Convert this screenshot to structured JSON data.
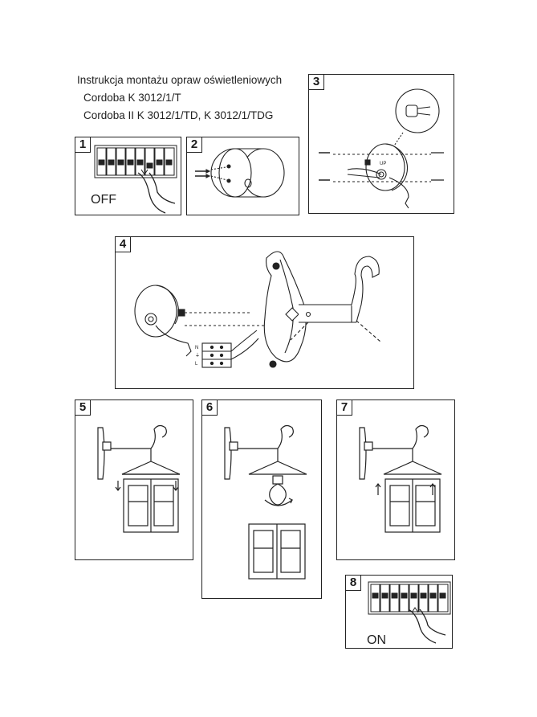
{
  "header": {
    "line1": "Instrukcja montażu opraw oświetleniowych",
    "line2": "Cordoba K 3012/1/T",
    "line3": "Cordoba II K 3012/1/TD, K 3012/1/TDG"
  },
  "steps": [
    {
      "number": "1",
      "label": "OFF"
    },
    {
      "number": "2"
    },
    {
      "number": "3",
      "marking": "UP"
    },
    {
      "number": "4",
      "terminal": [
        "N",
        "⏚",
        "L"
      ]
    },
    {
      "number": "5"
    },
    {
      "number": "6"
    },
    {
      "number": "7"
    },
    {
      "number": "8",
      "label": "ON"
    }
  ]
}
